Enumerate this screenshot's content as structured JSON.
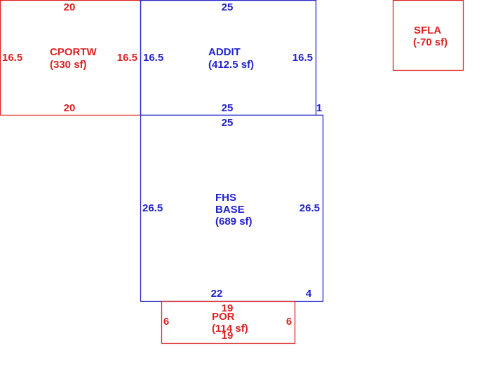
{
  "colors": {
    "red": "#dd2222",
    "blue": "#2222cc"
  },
  "areas": {
    "cportw": {
      "name": "CPORTW",
      "area": "(330 sf)",
      "color": "red",
      "dims": {
        "top": "20",
        "bottom": "20",
        "left": "16.5",
        "right": "16.5"
      }
    },
    "addit": {
      "name": "ADDIT",
      "area": "(412.5 sf)",
      "color": "blue",
      "dims": {
        "top": "25",
        "bottom": "25",
        "left": "16.5",
        "right": "16.5",
        "step": "1"
      }
    },
    "sfla": {
      "name": "SFLA",
      "area": "(-70 sf)",
      "color": "red"
    },
    "fhs_base": {
      "name_line1": "FHS",
      "name_line2": "BASE",
      "area": "(689 sf)",
      "color": "blue",
      "dims": {
        "top": "25",
        "left": "26.5",
        "right": "26.5",
        "bottom_main": "22",
        "bottom_side": "4"
      }
    },
    "por": {
      "name": "POR",
      "area": "(114 sf)",
      "color": "red",
      "dims": {
        "top": "19",
        "bottom": "19",
        "left": "6",
        "right": "6"
      }
    }
  }
}
